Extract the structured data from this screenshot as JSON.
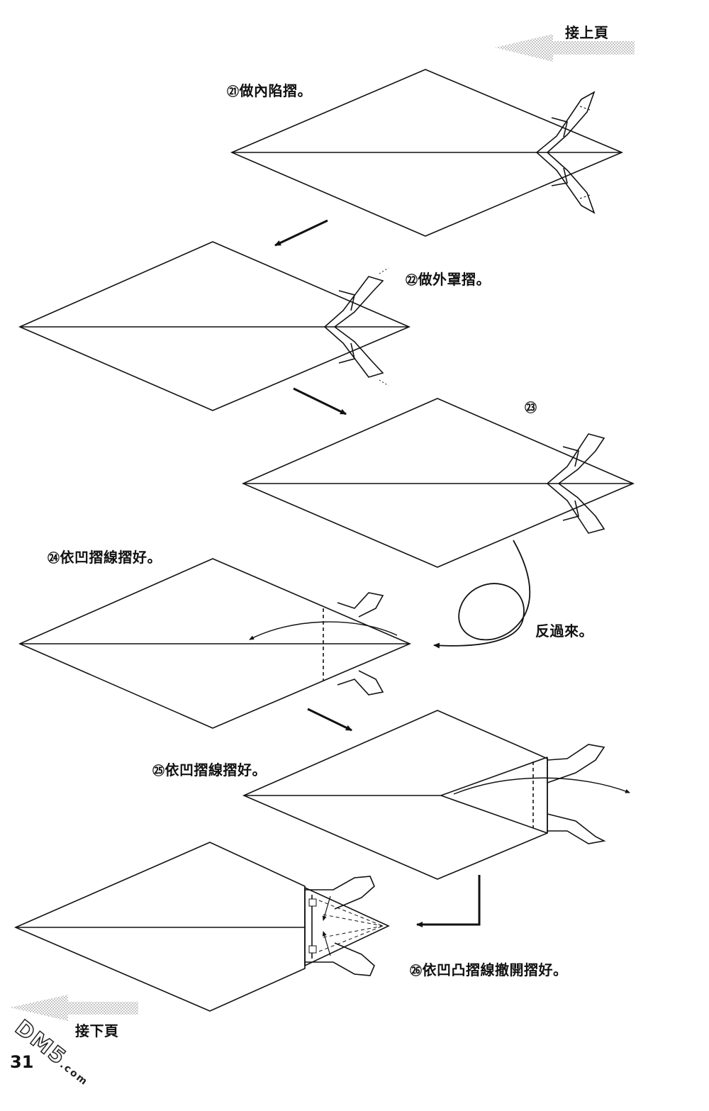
{
  "nav": {
    "prev_page": "接上頁",
    "next_page": "接下頁"
  },
  "steps": [
    {
      "num": "㉑",
      "text": "做內陷摺。"
    },
    {
      "num": "㉒",
      "text": "做外罩摺。"
    },
    {
      "num": "㉓",
      "text": ""
    },
    {
      "num": "㉔",
      "text": "依凹摺線摺好。"
    },
    {
      "num": "㉕",
      "text": "依凹摺線摺好。"
    },
    {
      "num": "㉖",
      "text": "依凹凸摺線撤開摺好。"
    }
  ],
  "turn_over": "反過來。",
  "page_number": "31",
  "watermark": {
    "text": "DM5",
    "sub": ".com"
  }
}
